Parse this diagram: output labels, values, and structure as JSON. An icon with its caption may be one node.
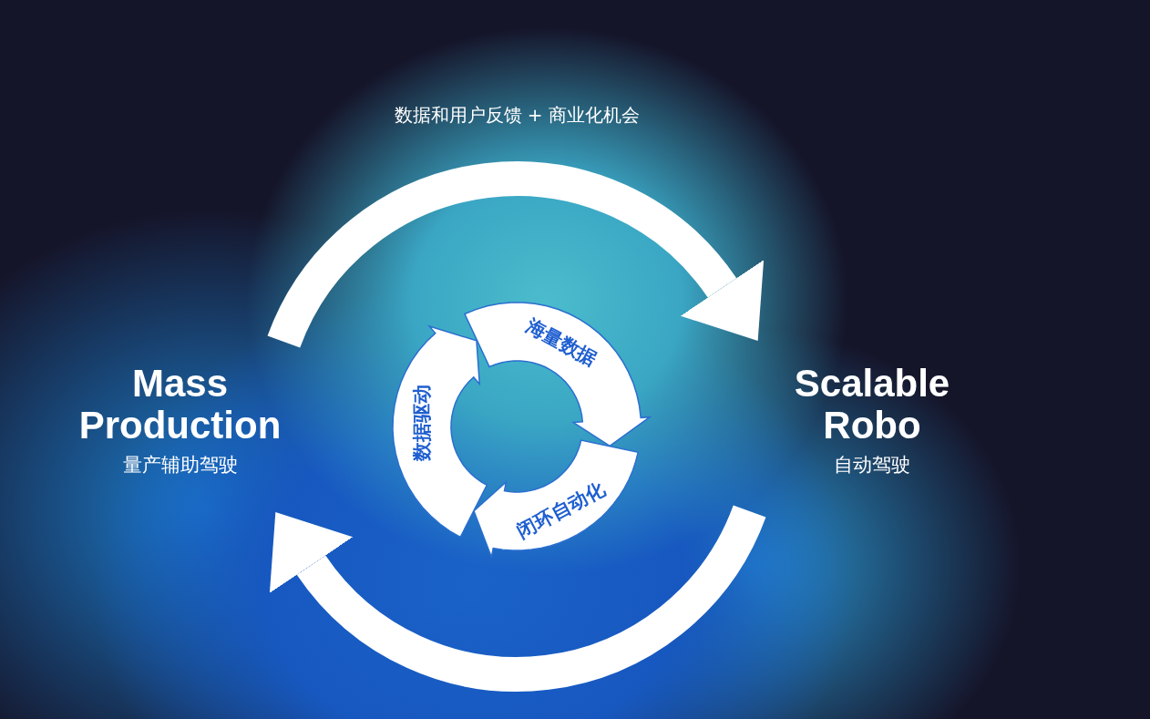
{
  "diagram": {
    "nodes": [
      {
        "text": [
          "Mass Production",
          "量产辅助驾驶"
        ]
      },
      {
        "text": [
          "Scalable Robo",
          "自动驾驶"
        ]
      },
      {
        "text": [
          "海量数据"
        ]
      },
      {
        "text": [
          "闭环自动化"
        ]
      },
      {
        "text": [
          "数据驱动"
        ]
      }
    ],
    "edges": [
      {
        "from": 0,
        "to": 1,
        "arrow": "to",
        "label": "数据和用户反馈 + 商业化机会"
      },
      {
        "from": 1,
        "to": 0,
        "arrow": "to"
      }
    ]
  }
}
